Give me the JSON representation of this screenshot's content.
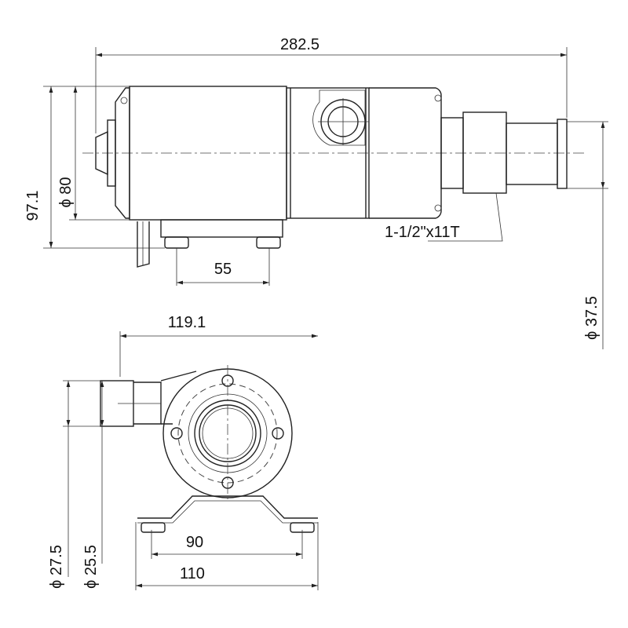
{
  "dimensions": {
    "overall_length": "282.5",
    "overall_height": "97.1",
    "motor_diameter": "ϕ 80",
    "foot_spacing_side": "55",
    "thread": "1-1/2\"x11T",
    "outlet_diameter": "ϕ 37.5",
    "front_width": "119.1",
    "inlet_outer_diameter": "ϕ 27.5",
    "inlet_inner_diameter": "ϕ 25.5",
    "bracket_hole_spacing": "90",
    "bracket_width": "110"
  }
}
